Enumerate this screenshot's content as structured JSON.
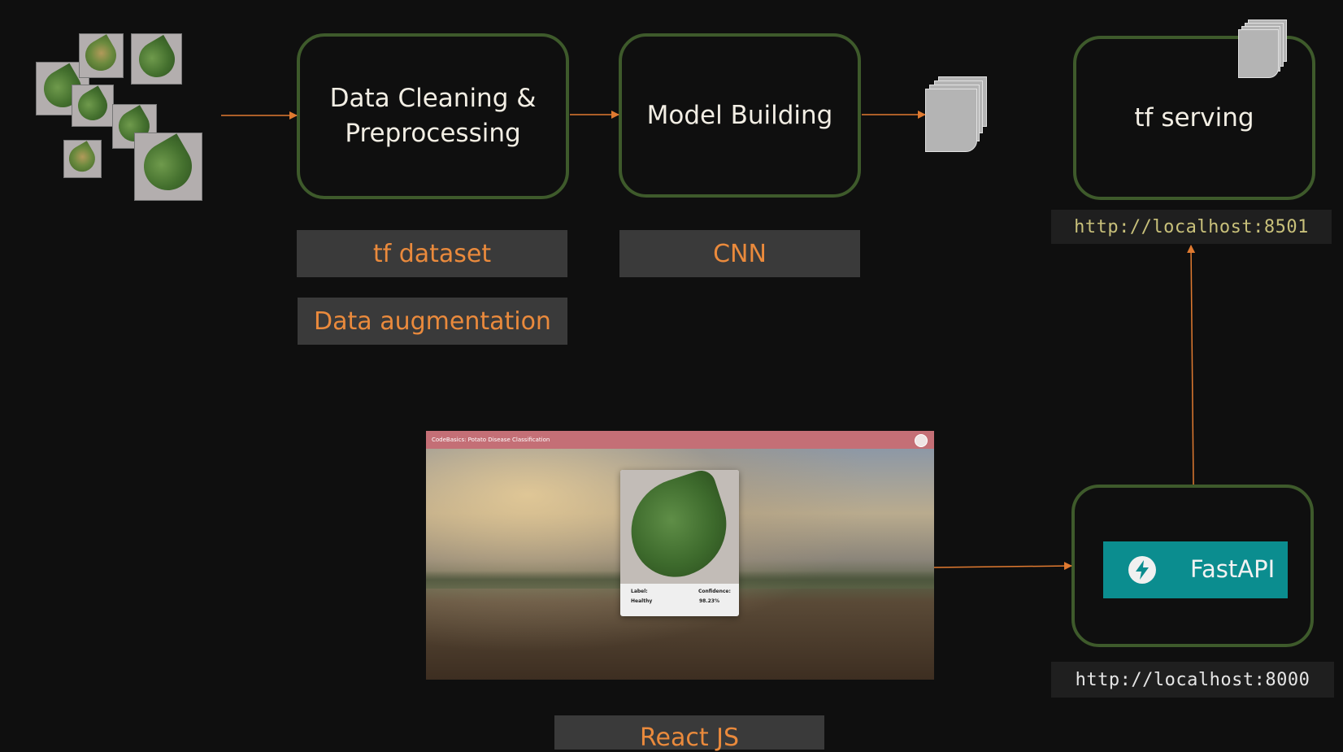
{
  "stages": {
    "cleaning": {
      "line1": "Data Cleaning &",
      "line2": "Preprocessing"
    },
    "model": {
      "label": "Model Building"
    },
    "serving": {
      "label": "tf serving"
    }
  },
  "tags": {
    "tf_dataset": "tf dataset",
    "augmentation": "Data augmentation",
    "cnn": "CNN",
    "react": "React JS"
  },
  "urls": {
    "serving": "http://localhost:8501",
    "fastapi": "http://localhost:8000"
  },
  "fastapi": {
    "label": "FastAPI"
  },
  "app": {
    "title": "CodeBasics: Potato Disease Classification",
    "label_header": "Label:",
    "label_value": "Healthy",
    "confidence_header": "Confidence:",
    "confidence_value": "98.23%"
  },
  "colors": {
    "stage_border": "#3e5a2b",
    "tag_text": "#ea8a3c",
    "arrow": "#e07a30",
    "url_text_serving": "#c8c07a",
    "url_text_fastapi": "#e6e6e6",
    "fastapi_bg": "#0b8d8f"
  },
  "icons": [
    "leaf-image-icon",
    "document-stack-icon",
    "lightning-icon",
    "cursor-icon"
  ]
}
